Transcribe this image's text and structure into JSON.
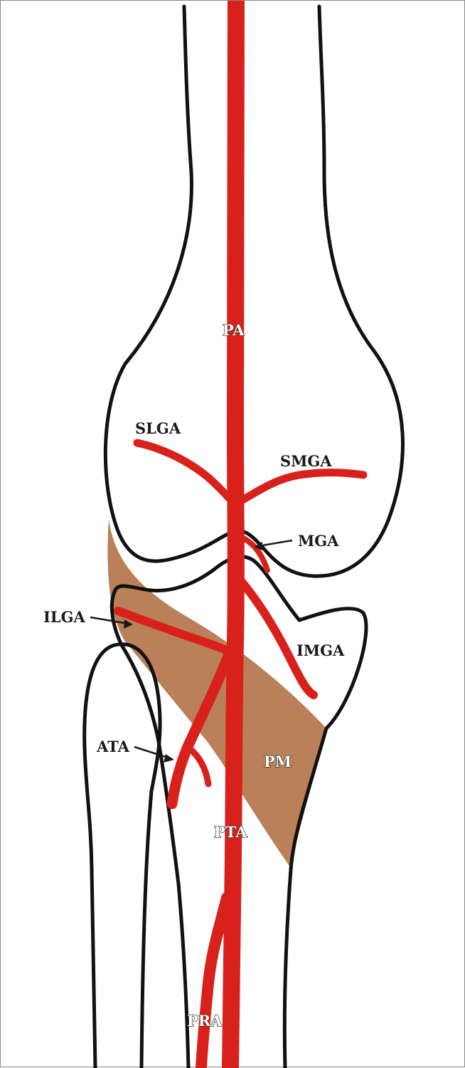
{
  "colors": {
    "artery": "#d9211c",
    "popliteus_muscle": "#b9805a",
    "bone_outline": "#111111",
    "background": "#ffffff"
  },
  "labels": {
    "pa": "PA",
    "slga": "SLGA",
    "smga": "SMGA",
    "mga": "MGA",
    "ilga": "ILGA",
    "imga": "IMGA",
    "ata": "ATA",
    "pm": "PM",
    "pta": "PTA",
    "pra": "PRA"
  }
}
